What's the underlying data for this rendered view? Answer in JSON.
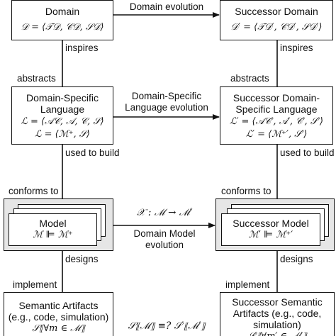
{
  "domain_box": {
    "title": "Domain",
    "formula": "𝒟 = ⟨𝒯𝒟, 𝒞𝒟, 𝒮𝒟⟩"
  },
  "successor_domain_box": {
    "title": "Successor Domain",
    "formula": "𝒟′ = ⟨𝒯𝒟′, 𝒞𝒟′, 𝒮𝒟′⟩"
  },
  "dsl_box": {
    "title_line1": "Domain-Specific",
    "title_line2": "Language",
    "formula1": "ℒ = ⟨𝒜𝒞, 𝒜, 𝒞, 𝒮⟩",
    "formula2": "ℒ = ⟨ℳ⁺, 𝒮⟩"
  },
  "successor_dsl_box": {
    "title_line1": "Successor Domain-",
    "title_line2": "Specific Language",
    "formula1": "ℒ′ = ⟨𝒜𝒞′, 𝒜′, 𝒞′, 𝒮′⟩",
    "formula2": "ℒ′ = ⟨ℳ⁺′, 𝒮′⟩"
  },
  "model_box": {
    "title": "Model",
    "formula": "ℳ ⊫ ℳ⁺"
  },
  "successor_model_box": {
    "title": "Successor Model",
    "formula": "ℳ′ ⊫ ℳ⁺′"
  },
  "artifacts_box": {
    "title_line1": "Semantic Artifacts",
    "title_line2": "(e.g., code, simulation)",
    "formula": "𝒮⟦∀m ∈ ℳ⟧"
  },
  "successor_artifacts_box": {
    "title_line1": "Successor Semantic",
    "title_line2": "Artifacts (e.g., code,",
    "title_line3": "simulation)",
    "formula": "𝒮′⟦∀m′ ∈ ℳ′⟧"
  },
  "labels": {
    "domain_evolution": "Domain evolution",
    "dsl_evolution_line1": "Domain-Specific",
    "dsl_evolution_line2": "Language evolution",
    "model_evolution_formula": "𝒳 : ℳ → ℳ′",
    "model_evolution_line1": "Domain Model",
    "model_evolution_line2": "evolution",
    "inspires_left": "inspires",
    "inspires_right": "inspires",
    "abstracts_left": "abstracts",
    "abstracts_right": "abstracts",
    "used_to_build_left": "used to build",
    "used_to_build_right": "used to build",
    "conforms_to_left": "conforms to",
    "conforms_to_right": "conforms to",
    "designs_left": "designs",
    "designs_right": "designs",
    "implement_left": "implement",
    "implement_right": "implement",
    "equivalence_formula": "𝒮⟦ℳ⟧ ≡? 𝒮′⟦ℳ′⟧"
  }
}
